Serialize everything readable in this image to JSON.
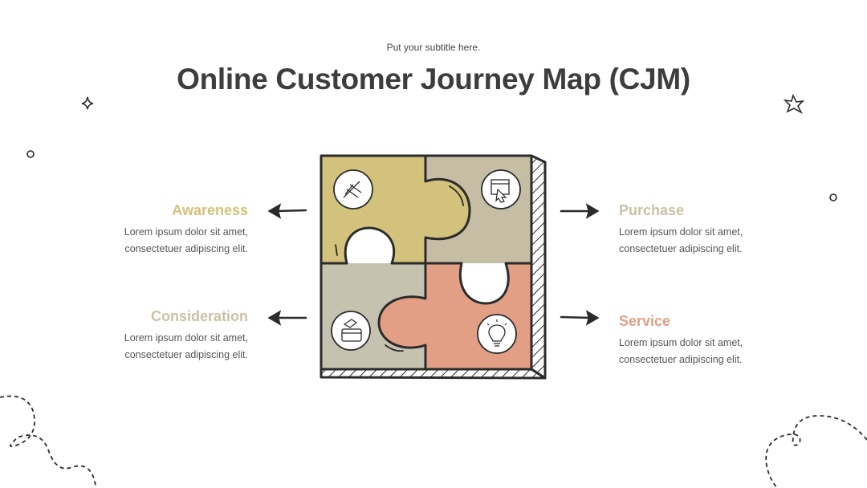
{
  "header": {
    "subtitle": "Put your subtitle here.",
    "title": "Online Customer Journey Map (CJM)"
  },
  "stages": {
    "awareness": {
      "title": "Awareness",
      "text1": "Lorem ipsum dolor sit amet,",
      "text2": "consectetuer adipiscing elit.",
      "color": "#d2c27c",
      "icon": "megaphone-hand-icon"
    },
    "consideration": {
      "title": "Consideration",
      "text1": "Lorem ipsum dolor sit amet,",
      "text2": "consectetuer adipiscing elit.",
      "color": "#c9c2a4",
      "icon": "price-tag-card-icon"
    },
    "purchase": {
      "title": "Purchase",
      "text1": "Lorem ipsum dolor sit amet,",
      "text2": "consectetuer adipiscing elit.",
      "color": "#c9c2a4",
      "icon": "browser-click-icon"
    },
    "service": {
      "title": "Service",
      "text1": "Lorem ipsum dolor sit amet,",
      "text2": "consectetuer adipiscing elit.",
      "color": "#e39f86",
      "icon": "lightbulb-icon"
    }
  },
  "colors": {
    "puzzle_yellow": "#d2c27c",
    "puzzle_taupe": "#c5bea4",
    "puzzle_gray": "#c6c2b0",
    "puzzle_salmon": "#e39f86",
    "outline": "#2b2b2b"
  }
}
